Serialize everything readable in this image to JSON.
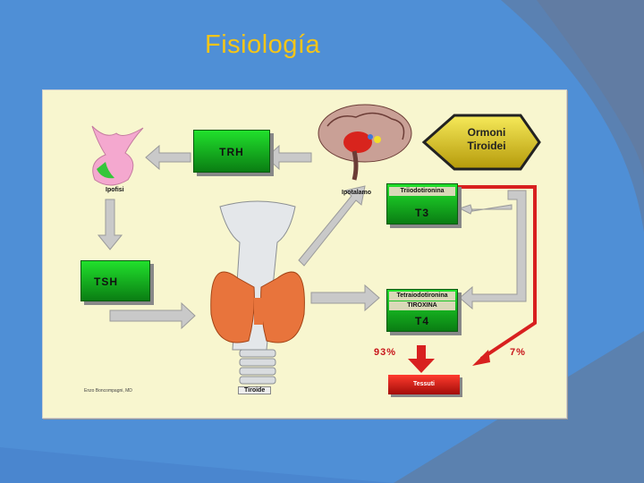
{
  "slide": {
    "title": "Fisiología"
  },
  "diagram": {
    "hormones_label": [
      "Ormoni",
      "Tiroidei"
    ],
    "trh": "TRH",
    "tsh": "TSH",
    "t3_name": "Triiodotironina",
    "t3": "T3",
    "t4_name": "Tetraiodotironina",
    "t4_sub": "TIROXINA",
    "t4": "T4",
    "pct_93": "93%",
    "pct_7": "7%",
    "tessuti": "Tessuti",
    "ipofisi": "Ipofisi",
    "ipotalamo": "Ipotalamo",
    "tiroide": "Tiroide",
    "credit": "Enzo Boncompagni, MD"
  },
  "colors": {
    "background": "#4f8fd6",
    "title": "#f5c518",
    "panel": "#f8f6cf",
    "green_box": "#14b41f",
    "red": "#d8201f",
    "gold": "#e9d118"
  }
}
